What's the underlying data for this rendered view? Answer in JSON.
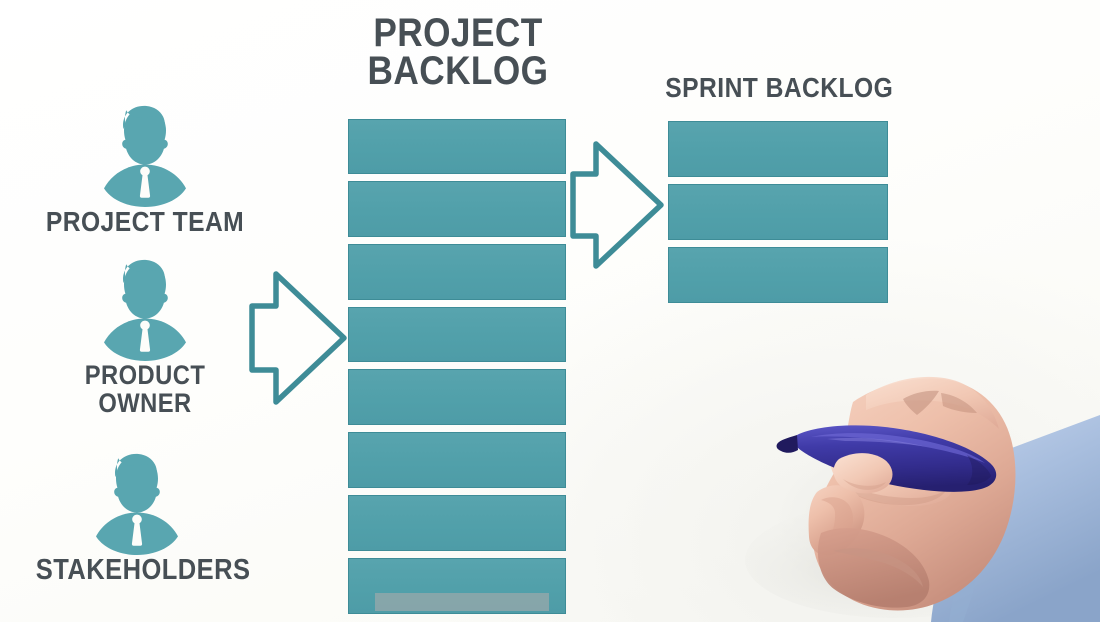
{
  "board": {
    "background_color": "#fdfdfa",
    "accent_teal": "#51a0aa",
    "accent_teal_border": "#3e8c97",
    "text_color": "#474f55",
    "marker_color": "#3a35a0",
    "cuff_color": "#a8bede"
  },
  "actors": [
    {
      "id": "project-team",
      "label": "PROJECT TEAM",
      "icon": "person-icon"
    },
    {
      "id": "product-owner",
      "label_line1": "PRODUCT",
      "label_line2": "OWNER",
      "icon": "person-icon"
    },
    {
      "id": "stakeholders",
      "label": "STAKEHOLDERS",
      "icon": "person-icon"
    }
  ],
  "project_backlog": {
    "title_line1": "PROJECT",
    "title_line2": "BACKLOG",
    "item_count": 8,
    "items": [
      {
        "index": 1,
        "label": ""
      },
      {
        "index": 2,
        "label": ""
      },
      {
        "index": 3,
        "label": ""
      },
      {
        "index": 4,
        "label": ""
      },
      {
        "index": 5,
        "label": ""
      },
      {
        "index": 6,
        "label": ""
      },
      {
        "index": 7,
        "label": ""
      },
      {
        "index": 8,
        "label": ""
      }
    ]
  },
  "sprint_backlog": {
    "title": "SPRINT  BACKLOG",
    "item_count": 3,
    "items": [
      {
        "index": 1,
        "label": ""
      },
      {
        "index": 2,
        "label": ""
      },
      {
        "index": 3,
        "label": ""
      }
    ]
  },
  "arrows": [
    {
      "id": "actors-to-project-backlog",
      "direction": "right"
    },
    {
      "id": "project-to-sprint-backlog",
      "direction": "right"
    }
  ],
  "illustration": {
    "hand": "hand-holding-marker",
    "marker": "blue-whiteboard-marker",
    "sleeve": "shirt-cuff"
  }
}
